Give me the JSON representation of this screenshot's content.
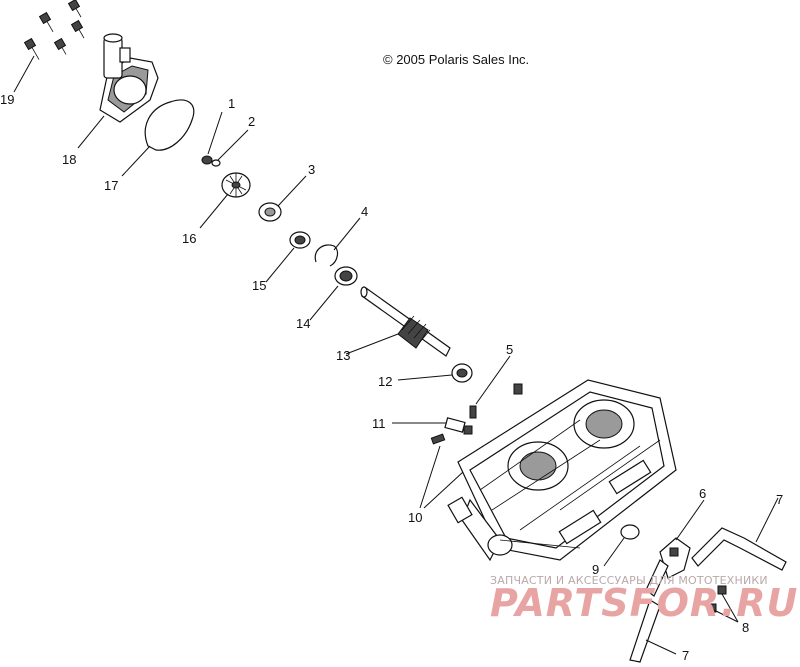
{
  "copyright": "© 2005 Polaris Sales Inc.",
  "callouts": {
    "c1": "1",
    "c2": "2",
    "c3": "3",
    "c4": "4",
    "c5": "5",
    "c6": "6",
    "c7a": "7",
    "c7b": "7",
    "c8": "8",
    "c9": "9",
    "c10": "10",
    "c11": "11",
    "c12": "12",
    "c13": "13",
    "c14": "14",
    "c15": "15",
    "c16": "16",
    "c17": "17",
    "c18": "18",
    "c19": "19"
  },
  "watermark": {
    "subtitle": "ЗАПЧАСТИ И АКСЕССУАРЫ ДЛЯ МОТОТЕХНИКИ",
    "brand": "PARTSFOR.RU"
  },
  "icons": {
    "bolts": "bolt-icon",
    "housing": "water-pump-housing",
    "crankcase": "crankcase"
  },
  "colors": {
    "line": "#111111",
    "watermark": "#e8a3a3"
  }
}
